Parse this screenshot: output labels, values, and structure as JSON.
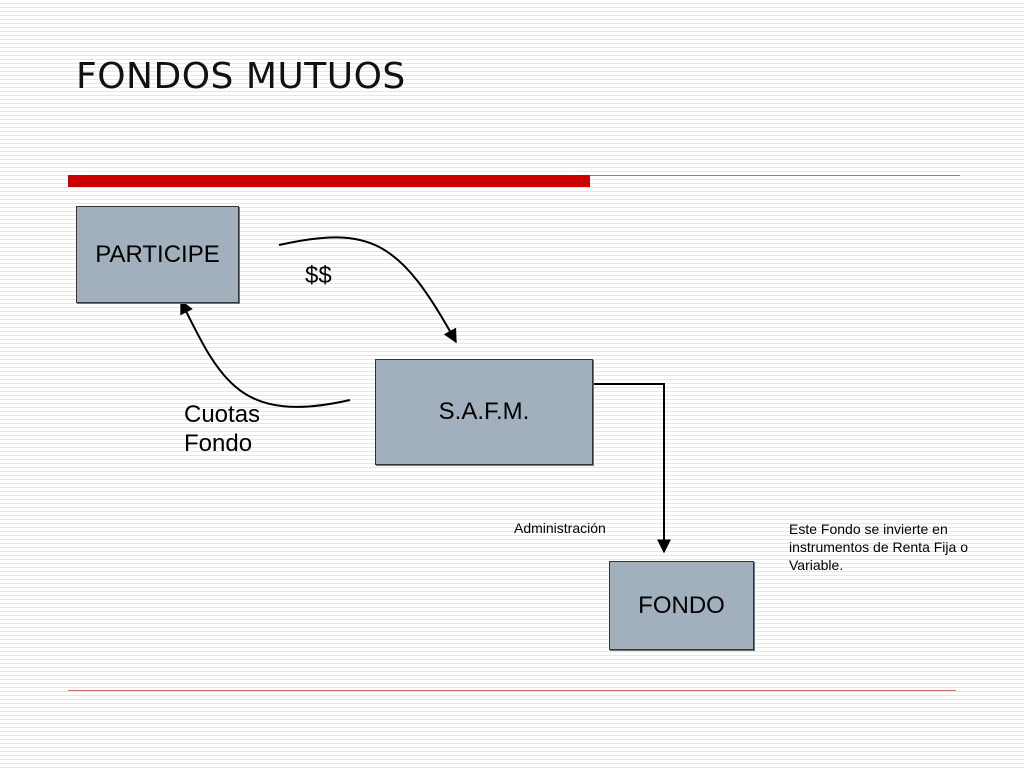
{
  "slide": {
    "title": "FONDOS MUTUOS"
  },
  "colors": {
    "accent_red": "#cc0000",
    "thin_line": "#c86a6a",
    "box_fill": "#a2b0be",
    "box_border": "#333333",
    "arrow": "#000000"
  },
  "diagram": {
    "nodes": {
      "participe": "PARTICIPE",
      "safm": "S.A.F.M.",
      "fondo": "FONDO"
    },
    "labels": {
      "money": "$$",
      "cuotas_line1": "Cuotas",
      "cuotas_line2": "Fondo",
      "administracion": "Administración"
    },
    "note": "Este Fondo se invierte en instrumentos de Renta Fija o Variable.",
    "edges": [
      {
        "from": "participe",
        "to": "safm",
        "label": "$$"
      },
      {
        "from": "safm",
        "to": "participe",
        "label": "Cuotas Fondo"
      },
      {
        "from": "safm",
        "to": "fondo",
        "label": "Administración"
      }
    ]
  }
}
